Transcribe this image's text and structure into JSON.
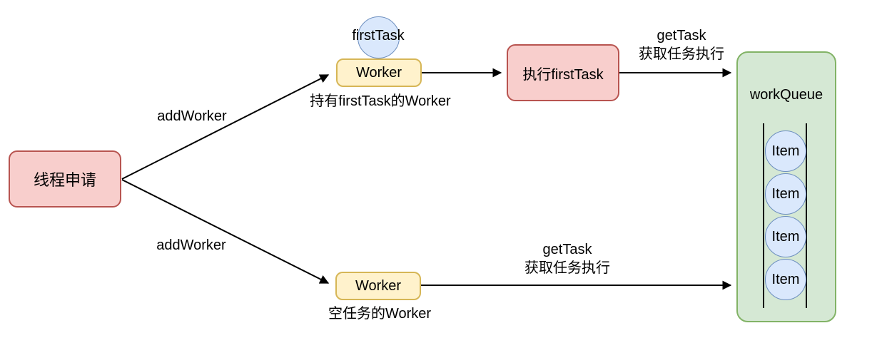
{
  "diagram": {
    "thread_request": {
      "label": "线程申请"
    },
    "worker_top": {
      "label": "Worker",
      "first_task_label": "firstTask",
      "caption": "持有firstTask的Worker"
    },
    "exec_first_task": {
      "label": "执行firstTask"
    },
    "worker_bottom": {
      "label": "Worker",
      "caption": "空任务的Worker"
    },
    "work_queue": {
      "title": "workQueue",
      "items": [
        "Item",
        "Item",
        "Item",
        "Item"
      ]
    },
    "edge_labels": {
      "add_worker_top": "addWorker",
      "add_worker_bottom": "addWorker",
      "get_task_top": {
        "line1": "getTask",
        "line2": "获取任务执行"
      },
      "get_task_bottom": {
        "line1": "getTask",
        "line2": "获取任务执行"
      }
    },
    "colors": {
      "pink_fill": "#f8cecc",
      "pink_border": "#b85450",
      "yellow_fill": "#fff2cc",
      "yellow_border": "#d6b656",
      "green_fill": "#d5e8d4",
      "green_border": "#82b366",
      "blue_fill": "#dae8fc",
      "blue_border": "#6c8ebf",
      "line": "#000000",
      "background": "#ffffff"
    }
  }
}
